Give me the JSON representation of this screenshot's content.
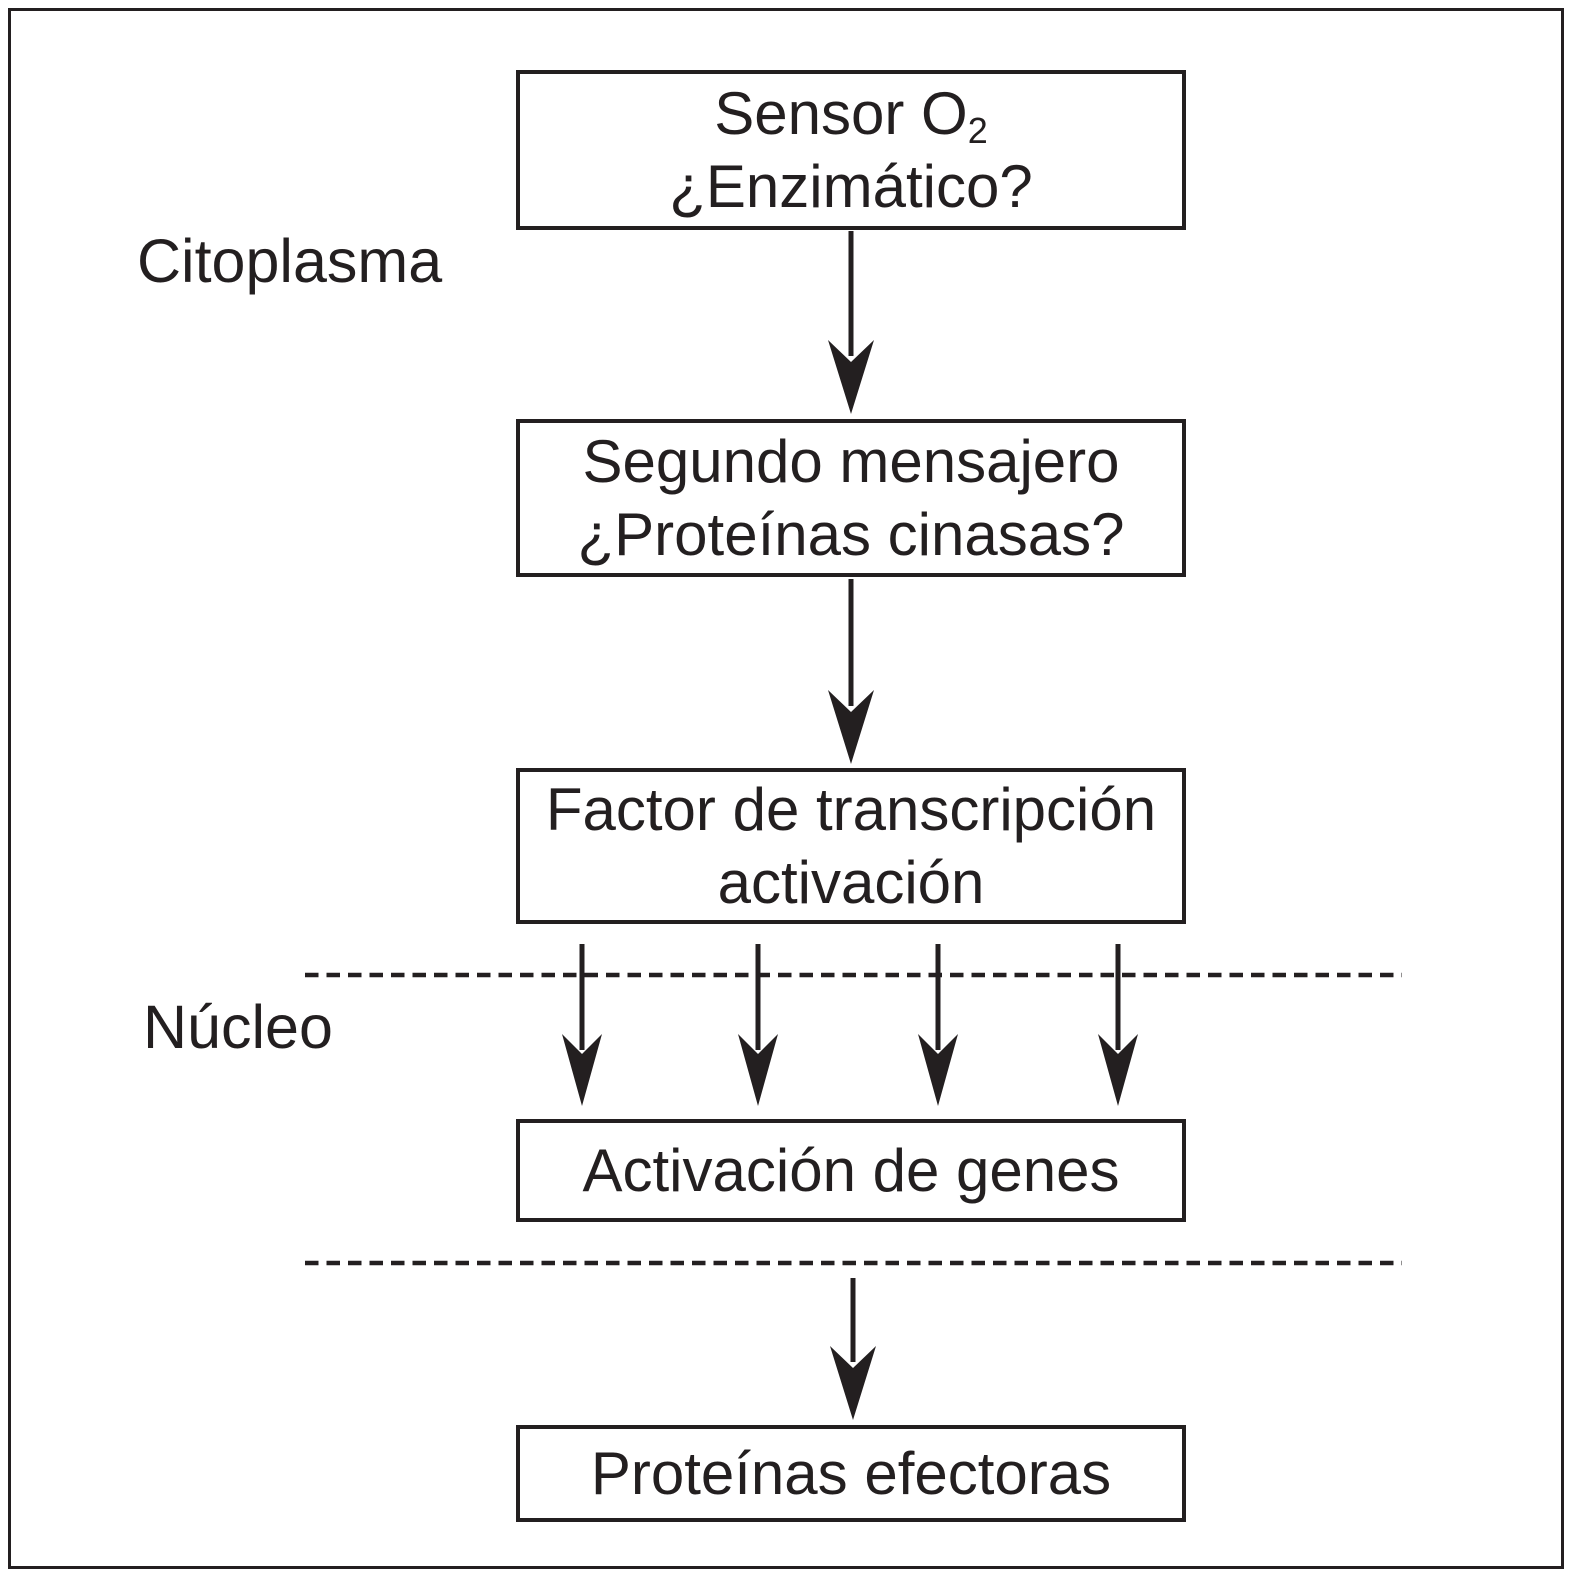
{
  "diagram": {
    "regions": {
      "cytoplasm_label": "Citoplasma",
      "nucleus_label": "Núcleo"
    },
    "nodes": {
      "sensor": {
        "line1_main": "Sensor O",
        "line1_subscript": "2",
        "line2": "¿Enzimático?"
      },
      "second_messenger": {
        "line1": "Segundo mensajero",
        "line2": "¿Proteínas cinasas?"
      },
      "transcription_factor": {
        "line1": "Factor de transcripción",
        "line2": "activación"
      },
      "gene_activation": {
        "label": "Activación de genes"
      },
      "effector_proteins": {
        "label": "Proteínas efectoras"
      }
    },
    "colors": {
      "ink": "#231f20",
      "background": "#ffffff"
    }
  }
}
